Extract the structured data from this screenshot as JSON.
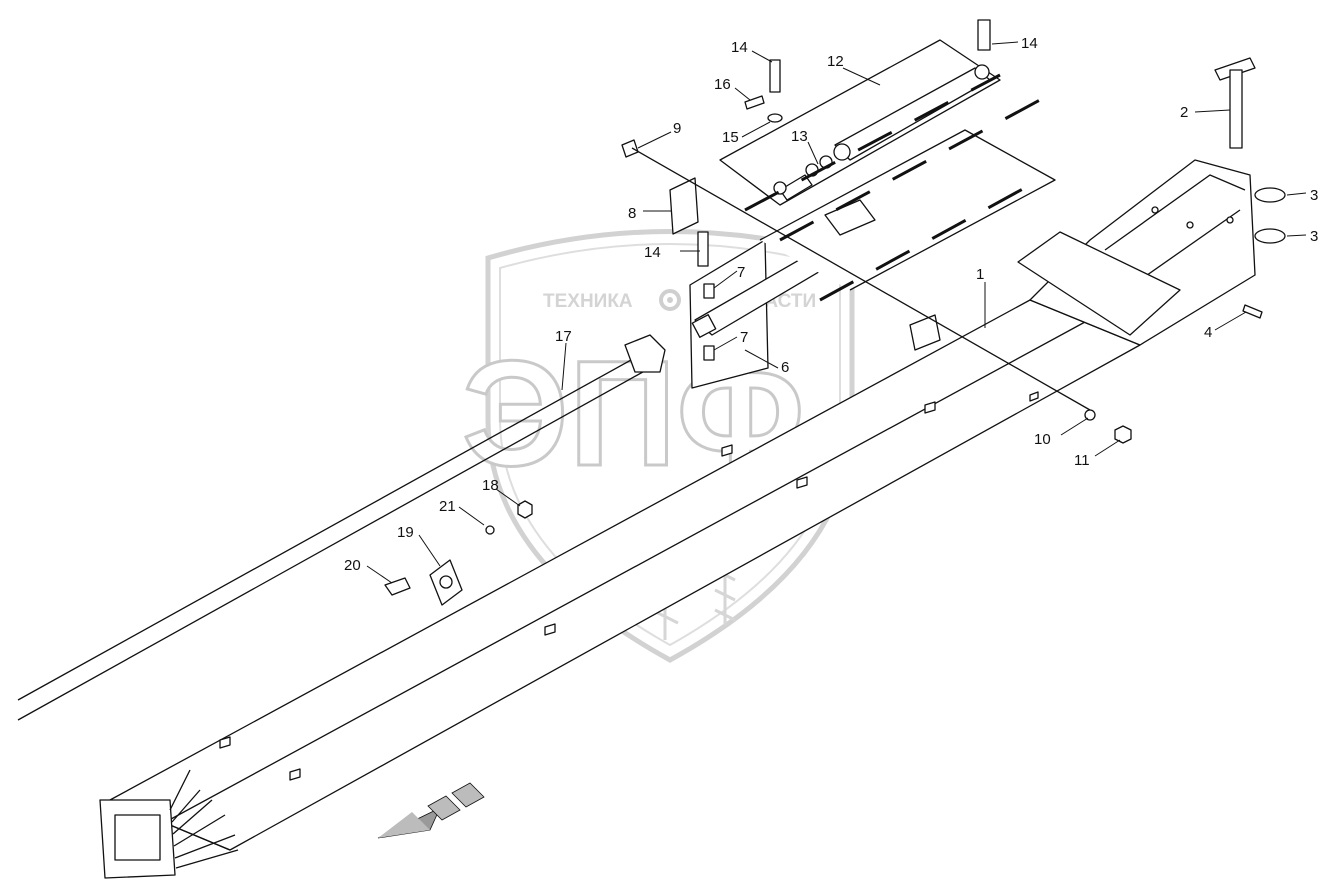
{
  "watermark": {
    "left_text": "ТЕХНИКА",
    "right_text": "ЗАПЧАСТИ",
    "logo": "ЭПФ",
    "gear_icon": "gear-icon",
    "wheat_icon": "wheat-icon"
  },
  "callouts": {
    "c1": "1",
    "c2": "2",
    "c3a": "3",
    "c3b": "3",
    "c4": "4",
    "c6": "6",
    "c7a": "7",
    "c7b": "7",
    "c8": "8",
    "c9": "9",
    "c10": "10",
    "c11": "11",
    "c12": "12",
    "c13": "13",
    "c14a": "14",
    "c14b": "14",
    "c14c": "14",
    "c15": "15",
    "c16": "16",
    "c17": "17",
    "c18": "18",
    "c19": "19",
    "c20": "20",
    "c21": "21"
  },
  "colors": {
    "line": "#111111",
    "watermark": "#c9c9c9",
    "arrow": "#9a9a9a"
  }
}
